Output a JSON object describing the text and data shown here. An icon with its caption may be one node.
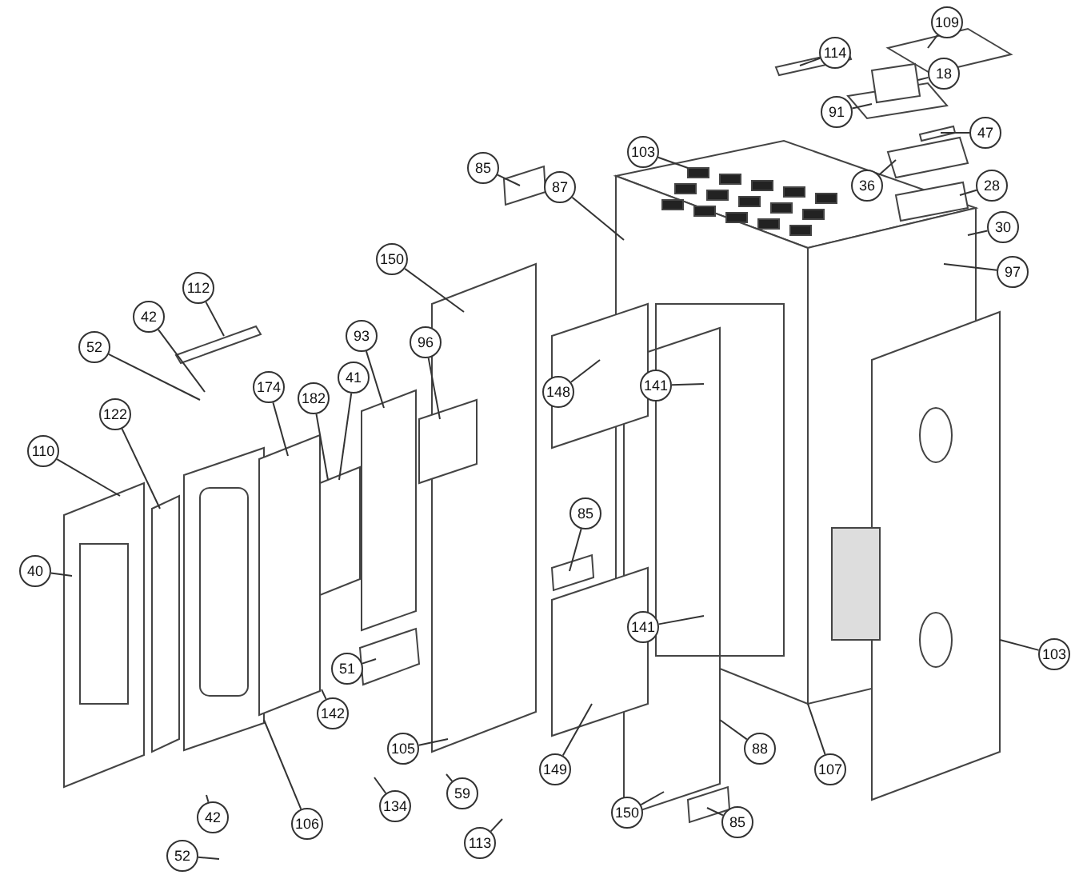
{
  "diagram": {
    "nodes": [
      {
        "text": [
          "109"
        ]
      },
      {
        "text": [
          "114"
        ]
      },
      {
        "text": [
          "18"
        ]
      },
      {
        "text": [
          "91"
        ]
      },
      {
        "text": [
          "47"
        ]
      },
      {
        "text": [
          "36"
        ]
      },
      {
        "text": [
          "28"
        ]
      },
      {
        "text": [
          "103"
        ]
      },
      {
        "text": [
          "85"
        ]
      },
      {
        "text": [
          "87"
        ]
      },
      {
        "text": [
          "30"
        ]
      },
      {
        "text": [
          "97"
        ]
      },
      {
        "text": [
          "150"
        ]
      },
      {
        "text": [
          "112"
        ]
      },
      {
        "text": [
          "42"
        ]
      },
      {
        "text": [
          "93"
        ]
      },
      {
        "text": [
          "96"
        ]
      },
      {
        "text": [
          "52"
        ]
      },
      {
        "text": [
          "41"
        ]
      },
      {
        "text": [
          "174"
        ]
      },
      {
        "text": [
          "182"
        ]
      },
      {
        "text": [
          "148"
        ]
      },
      {
        "text": [
          "141"
        ]
      },
      {
        "text": [
          "122"
        ]
      },
      {
        "text": [
          "110"
        ]
      },
      {
        "text": [
          "85"
        ]
      },
      {
        "text": [
          "40"
        ]
      },
      {
        "text": [
          "141"
        ]
      },
      {
        "text": [
          "103"
        ]
      },
      {
        "text": [
          "51"
        ]
      },
      {
        "text": [
          "142"
        ]
      },
      {
        "text": [
          "105"
        ]
      },
      {
        "text": [
          "88"
        ]
      },
      {
        "text": [
          "107"
        ]
      },
      {
        "text": [
          "149"
        ]
      },
      {
        "text": [
          "59"
        ]
      },
      {
        "text": [
          "134"
        ]
      },
      {
        "text": [
          "150"
        ]
      },
      {
        "text": [
          "85"
        ]
      },
      {
        "text": [
          "106"
        ]
      },
      {
        "text": [
          "113"
        ]
      },
      {
        "text": [
          "42"
        ]
      },
      {
        "text": [
          "52"
        ]
      }
    ],
    "edges": [
      {
        "from": 0,
        "to": null,
        "arrow": "none"
      },
      {
        "from": 1,
        "to": null,
        "arrow": "none"
      },
      {
        "from": 2,
        "to": null,
        "arrow": "none"
      },
      {
        "from": 3,
        "to": null,
        "arrow": "none"
      },
      {
        "from": 4,
        "to": null,
        "arrow": "none"
      },
      {
        "from": 5,
        "to": null,
        "arrow": "none"
      },
      {
        "from": 6,
        "to": null,
        "arrow": "none"
      },
      {
        "from": 7,
        "to": null,
        "arrow": "none"
      },
      {
        "from": 8,
        "to": null,
        "arrow": "none"
      },
      {
        "from": 9,
        "to": null,
        "arrow": "none"
      },
      {
        "from": 10,
        "to": null,
        "arrow": "none"
      },
      {
        "from": 11,
        "to": null,
        "arrow": "none"
      },
      {
        "from": 12,
        "to": null,
        "arrow": "none"
      },
      {
        "from": 13,
        "to": null,
        "arrow": "none"
      },
      {
        "from": 14,
        "to": null,
        "arrow": "none"
      },
      {
        "from": 15,
        "to": null,
        "arrow": "none"
      },
      {
        "from": 16,
        "to": null,
        "arrow": "none"
      },
      {
        "from": 17,
        "to": null,
        "arrow": "none"
      },
      {
        "from": 18,
        "to": null,
        "arrow": "none"
      },
      {
        "from": 19,
        "to": null,
        "arrow": "none"
      },
      {
        "from": 20,
        "to": null,
        "arrow": "none"
      },
      {
        "from": 21,
        "to": null,
        "arrow": "none"
      },
      {
        "from": 22,
        "to": null,
        "arrow": "none"
      },
      {
        "from": 23,
        "to": null,
        "arrow": "none"
      },
      {
        "from": 24,
        "to": null,
        "arrow": "none"
      },
      {
        "from": 25,
        "to": null,
        "arrow": "none"
      },
      {
        "from": 26,
        "to": null,
        "arrow": "none"
      },
      {
        "from": 27,
        "to": null,
        "arrow": "none"
      },
      {
        "from": 28,
        "to": null,
        "arrow": "none"
      },
      {
        "from": 29,
        "to": null,
        "arrow": "none"
      },
      {
        "from": 30,
        "to": null,
        "arrow": "none"
      },
      {
        "from": 31,
        "to": null,
        "arrow": "none"
      },
      {
        "from": 32,
        "to": null,
        "arrow": "none"
      },
      {
        "from": 33,
        "to": null,
        "arrow": "none"
      },
      {
        "from": 34,
        "to": null,
        "arrow": "none"
      },
      {
        "from": 35,
        "to": null,
        "arrow": "none"
      },
      {
        "from": 36,
        "to": null,
        "arrow": "none"
      },
      {
        "from": 37,
        "to": null,
        "arrow": "none"
      },
      {
        "from": 38,
        "to": null,
        "arrow": "none"
      },
      {
        "from": 39,
        "to": null,
        "arrow": "none"
      },
      {
        "from": 40,
        "to": null,
        "arrow": "none"
      },
      {
        "from": 41,
        "to": null,
        "arrow": "none"
      },
      {
        "from": 42,
        "to": null,
        "arrow": "none"
      }
    ]
  }
}
